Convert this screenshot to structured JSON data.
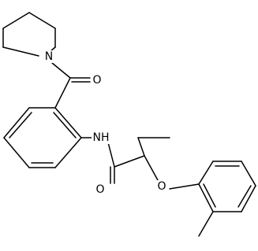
{
  "molecule": {
    "atom_labels": {
      "piperidine_n": "N",
      "ketone_o": "O",
      "amide_nh": "NH",
      "amide_o": "O",
      "ether_o": "O"
    },
    "colors": {
      "bond": "#000000",
      "label": "#000000",
      "background": "#ffffff"
    }
  }
}
